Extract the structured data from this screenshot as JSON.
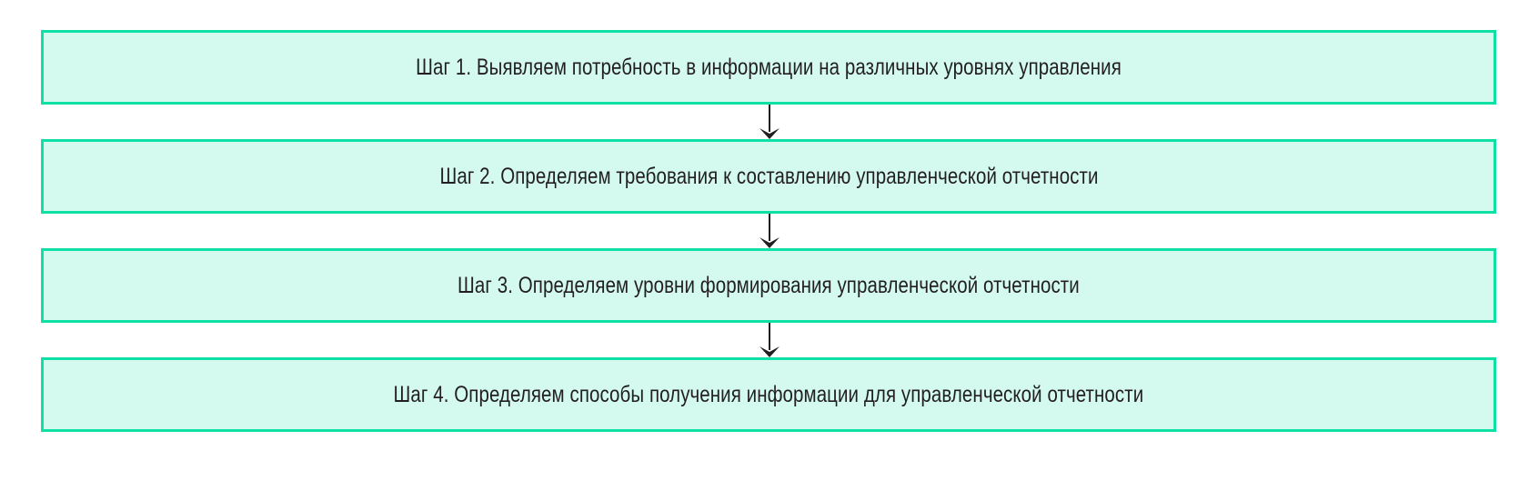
{
  "diagram": {
    "type": "vertical-flowchart",
    "orientation": "top-to-bottom",
    "background_color": "#ffffff",
    "box_fill_color": "#d4faf0",
    "box_border_color": "#0fe0a4",
    "text_color": "#231f20",
    "arrow_color": "#231f20",
    "steps": [
      {
        "label": "Шаг 1. Выявляем потребность в информации на различных уровнях управления"
      },
      {
        "label": "Шаг 2. Определяем требования к составлению управленческой отчетности"
      },
      {
        "label": "Шаг 3. Определяем уровни формирования управленческой отчетности"
      },
      {
        "label": "Шаг 4. Определяем способы получения информации для управленческой отчетности"
      }
    ],
    "connectors": [
      {
        "name": "arrow-step1-to-step2"
      },
      {
        "name": "arrow-step2-to-step3"
      },
      {
        "name": "arrow-step3-to-step4"
      }
    ]
  }
}
